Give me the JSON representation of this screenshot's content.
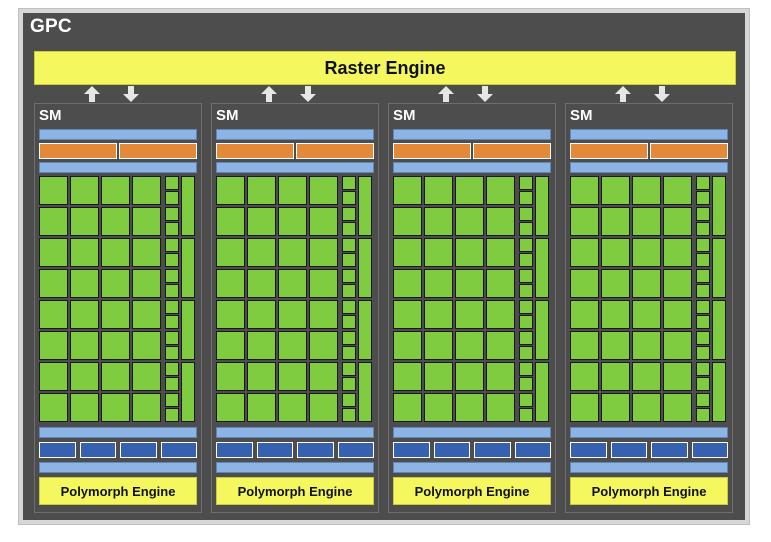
{
  "gpc": {
    "title": "GPC",
    "raster_engine": "Raster Engine",
    "sm_count": 4,
    "sms": [
      {
        "label": "SM",
        "polymorph_engine": "Polymorph Engine"
      },
      {
        "label": "SM",
        "polymorph_engine": "Polymorph Engine"
      },
      {
        "label": "SM",
        "polymorph_engine": "Polymorph Engine"
      },
      {
        "label": "SM",
        "polymorph_engine": "Polymorph Engine"
      }
    ],
    "cores_per_row": 4,
    "core_rows": 8,
    "colors": {
      "background": "#4d4d4d",
      "raster": "#f4f85e",
      "core": "#7fcc40",
      "light_blue": "#8cb4e4",
      "orange": "#e38a3a",
      "dark_blue": "#3660b0",
      "arrow": "#e6e6e6"
    },
    "icons": [
      "up-arrow-icon",
      "down-arrow-icon"
    ]
  }
}
